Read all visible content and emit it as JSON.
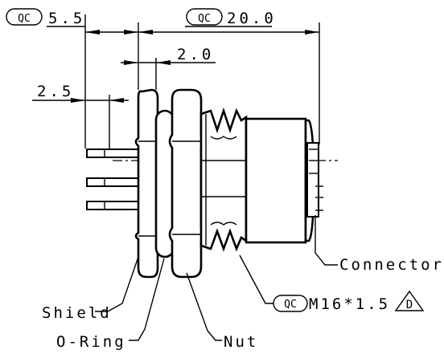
{
  "dimensions": {
    "qc_symbol": "QC",
    "dim_5_5": "5.5",
    "dim_20_0": "20.0",
    "dim_2_0": "2.0",
    "dim_2_5": "2.5"
  },
  "callouts": {
    "connector": "Connector",
    "thread": "M16*1.5",
    "thread_note": "D",
    "shield": "Shield",
    "o_ring": "O-Ring",
    "nut": "Nut"
  }
}
